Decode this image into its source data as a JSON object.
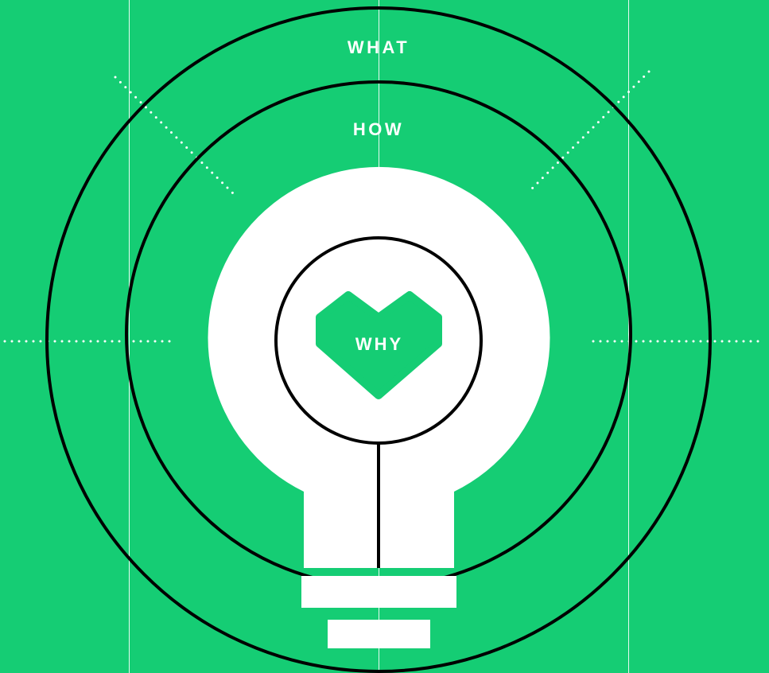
{
  "diagram": {
    "labels": {
      "outer": "WHAT",
      "middle": "HOW",
      "inner": "WHY"
    },
    "colors": {
      "background": "#15cd74",
      "ring": "#000000",
      "bulb": "#ffffff",
      "heart": "#15cd74",
      "guide": "#ffffff"
    },
    "icons": {
      "center": "heart-icon",
      "body": "lightbulb-icon"
    }
  }
}
